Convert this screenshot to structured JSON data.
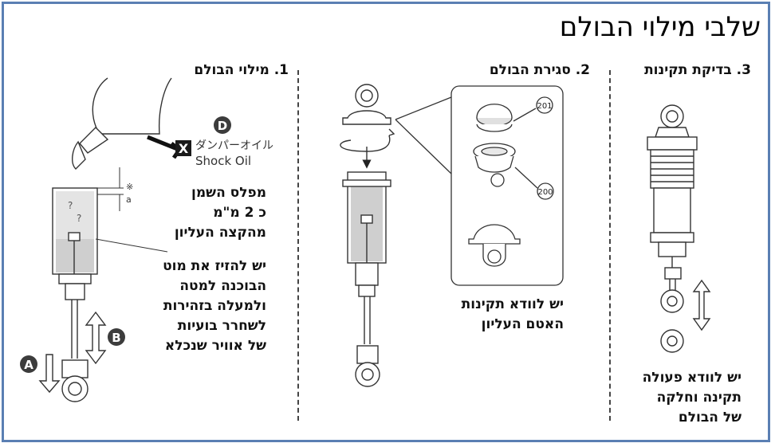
{
  "title": "שלבי מילוי הבולם",
  "steps": [
    {
      "label": "1. מילוי הבולם"
    },
    {
      "label": "2. סגירת הבולם"
    },
    {
      "label": "3. בדיקת תקינות"
    }
  ],
  "notes": {
    "oil_level": [
      "מפלס השמן",
      "כ 2 מ\"מ",
      "מהקצה העליון"
    ],
    "move_rod": [
      "יש להזיז את מוט",
      "הבוכנה למטה",
      "ולמעלה בזהירות",
      "לשחרר בועיות",
      "של אוויר שנכלא"
    ],
    "seal_check": [
      "יש לוודא תקינות",
      "האטם העליון"
    ],
    "function_check": [
      "יש לוודא פעולה",
      "תקינה וחלקה",
      "של הבולם"
    ]
  },
  "oil_label": {
    "badge": "X",
    "japanese": "ダンパーオイル",
    "english": "Shock Oil"
  },
  "markers": {
    "a": "A",
    "b": "B",
    "d": "D"
  },
  "measure_labels": {
    "symbol": "※",
    "letter": "a"
  },
  "part_numbers": {
    "upper": "201",
    "lower": "200"
  },
  "colors": {
    "frame": "#5a7fb3",
    "marker": "#3c3c3c",
    "oil": "#d4d4d4"
  }
}
